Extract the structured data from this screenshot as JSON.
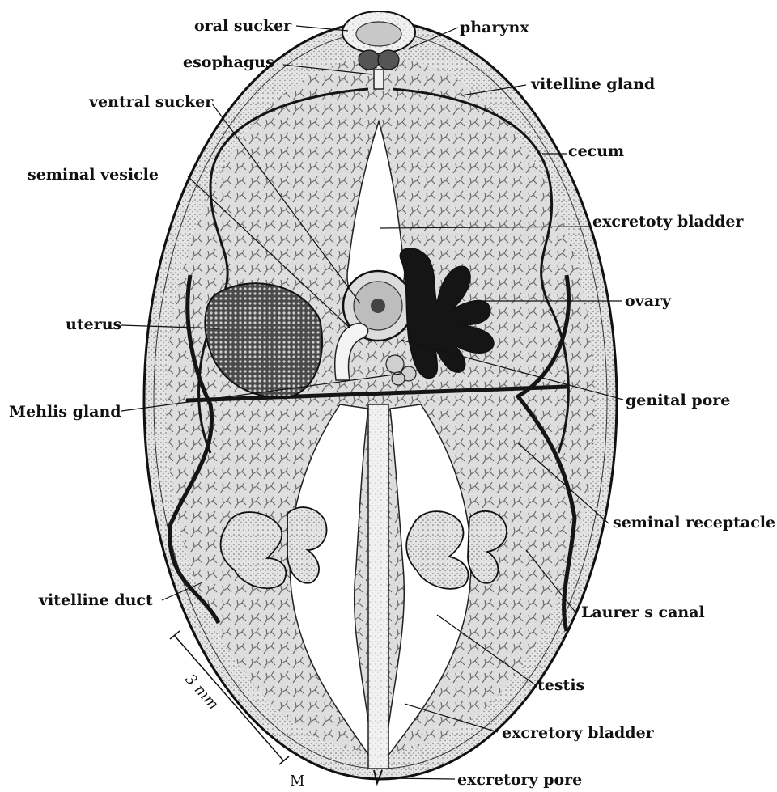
{
  "labels": {
    "oral_sucker": "oral sucker",
    "pharynx": "pharynx",
    "esophagus": "esophagus",
    "vitelline_gland": "vitelline gland",
    "ventral_sucker": "ventral sucker",
    "cecum": "cecum",
    "seminal_vesicle": "seminal vesicle",
    "excretoty_bladder": "excretoty bladder",
    "ovary": "ovary",
    "uterus": "uterus",
    "mehlis_gland": "Mehlis gland",
    "genital_pore": "genital pore",
    "seminal_receptacle": "seminal receptacle",
    "vitelline_duct": "vitelline duct",
    "laurers_canal": "Laurer  s canal",
    "testis": "testis",
    "excretory_bladder": "excretory bladder",
    "excretory_pore": "excretory pore"
  },
  "scale_bar": {
    "label": "3 mm",
    "signature": "M"
  },
  "colors": {
    "ink": "#111111",
    "body_fill": "#d9d9d9",
    "organ_dark": "#151515",
    "background": "#ffffff"
  }
}
